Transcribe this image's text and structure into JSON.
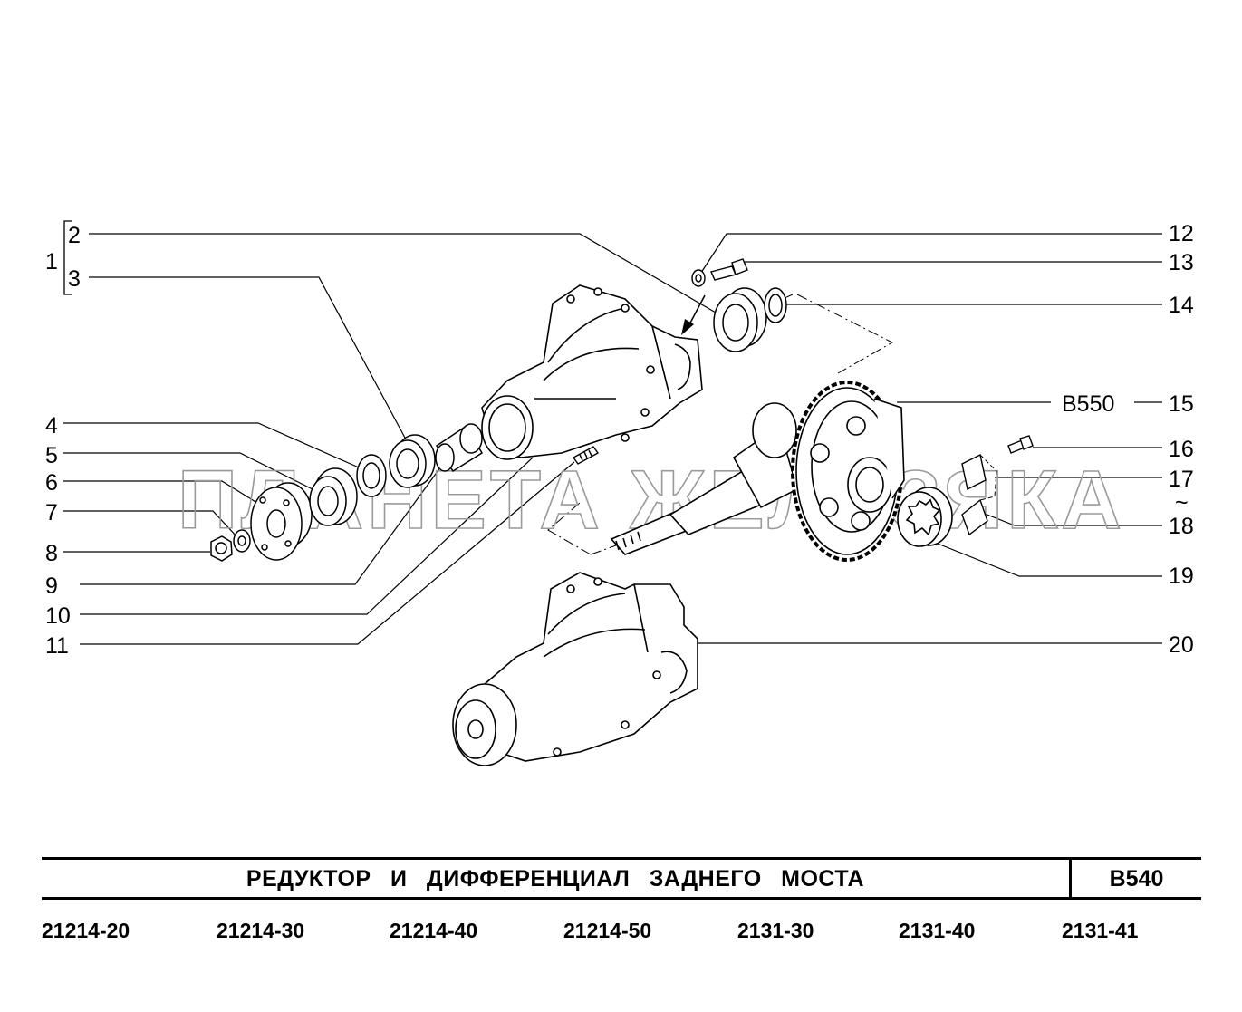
{
  "watermark": "ПЛАНЕТА ЖЕЛЕЗЯКА",
  "callouts": {
    "c1": "1",
    "c2": "2",
    "c3": "3",
    "c4": "4",
    "c5": "5",
    "c6": "6",
    "c7": "7",
    "c8": "8",
    "c9": "9",
    "c10": "10",
    "c11": "11",
    "c12": "12",
    "c13": "13",
    "c14": "14",
    "c15": "15",
    "c16": "16",
    "c17": "17",
    "c18": "18",
    "c19": "19",
    "c20": "20",
    "ref15": "B550",
    "tilde": "~"
  },
  "title": {
    "text": "РЕДУКТОР И ДИФФЕРЕНЦИАЛ ЗАДНЕГО МОСТА",
    "code": "B540"
  },
  "models": [
    "21214-20",
    "21214-30",
    "21214-40",
    "21214-50",
    "2131-30",
    "2131-40",
    "2131-41"
  ]
}
